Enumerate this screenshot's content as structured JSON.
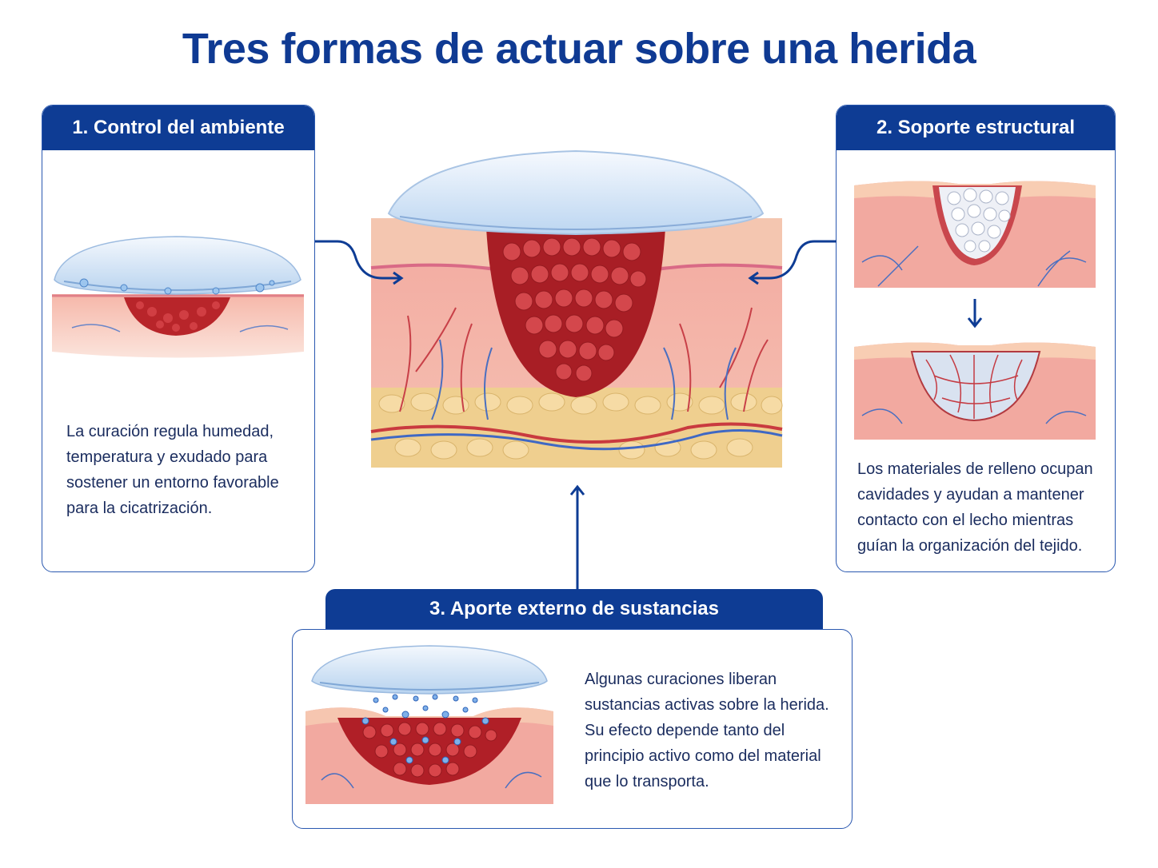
{
  "title": "Tres formas de actuar sobre una herida",
  "panels": {
    "p1": {
      "heading": "1. Control del ambiente",
      "lines": [
        "La curación regula humedad,",
        "temperatura y exudado para",
        "sostener un entorno favorable",
        "para la cicatrización."
      ]
    },
    "p2": {
      "heading": "2. Soporte estructural",
      "lines": [
        "Los materiales de relleno ocupan",
        "cavidades y ayudan a mantener",
        "contacto con el lecho mientras",
        "guían la organización del tejido."
      ]
    },
    "p3": {
      "heading": "3. Aporte externo de sustancias",
      "lines": [
        "Algunas curaciones liberan",
        "sustancias activas sobre la herida.",
        "Su efecto depende tanto del",
        "principio activo como del material",
        "que lo transporta."
      ]
    }
  },
  "colors": {
    "brand_blue": "#0e3c94",
    "skin": "#f2a9a0",
    "wound": "#b8252a",
    "fat": "#efcf8f",
    "dressing": "#dbe9f8"
  },
  "icons": [
    "arrow-icon",
    "down-arrow-icon"
  ]
}
